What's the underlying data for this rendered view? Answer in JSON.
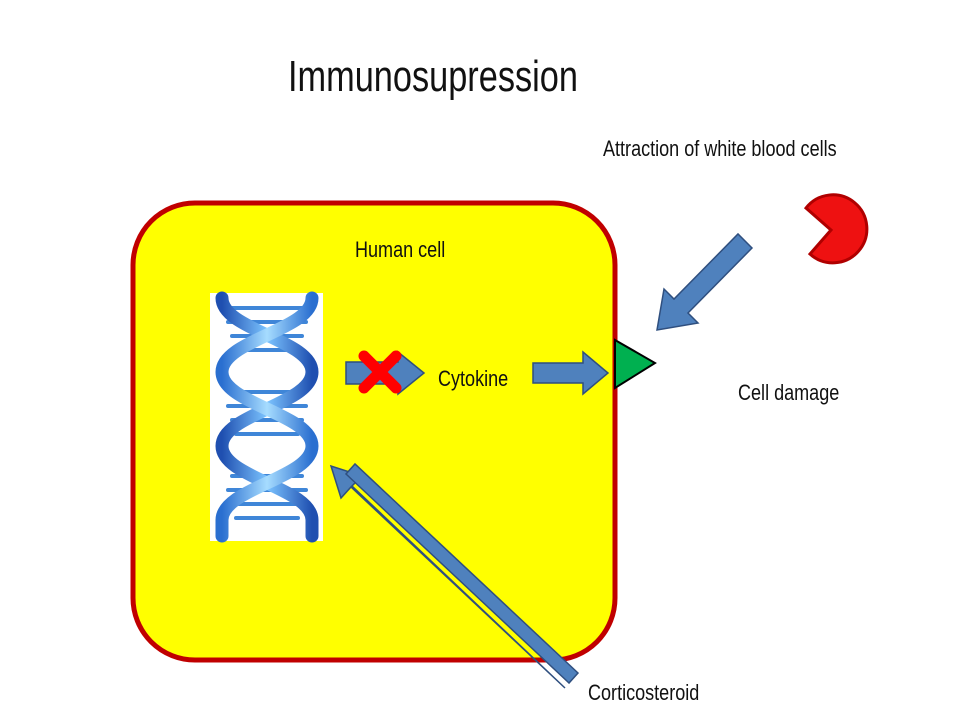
{
  "title": "Immunosupression",
  "labels": {
    "attraction": "Attraction of white blood cells",
    "human_cell": "Human cell",
    "cytokine": "Cytokine",
    "cell_damage": "Cell damage",
    "corticosteroid": "Corticosteroid"
  },
  "colors": {
    "cell_fill": "#ffff00",
    "cell_border": "#c00000",
    "arrow_fill": "#4f81bd",
    "arrow_stroke": "#2f4f7f",
    "receptor_fill": "#00b050",
    "blocker": "#ff0000",
    "wbc_fill": "#ee1111",
    "dna_light": "#5aa8e8",
    "dna_dark": "#1f4fb0"
  },
  "icons": {
    "dna": "dna-helix-icon",
    "blocker": "red-x-icon",
    "receptor": "triangle-receptor-icon",
    "white_blood_cell": "pacman-wbc-icon"
  }
}
